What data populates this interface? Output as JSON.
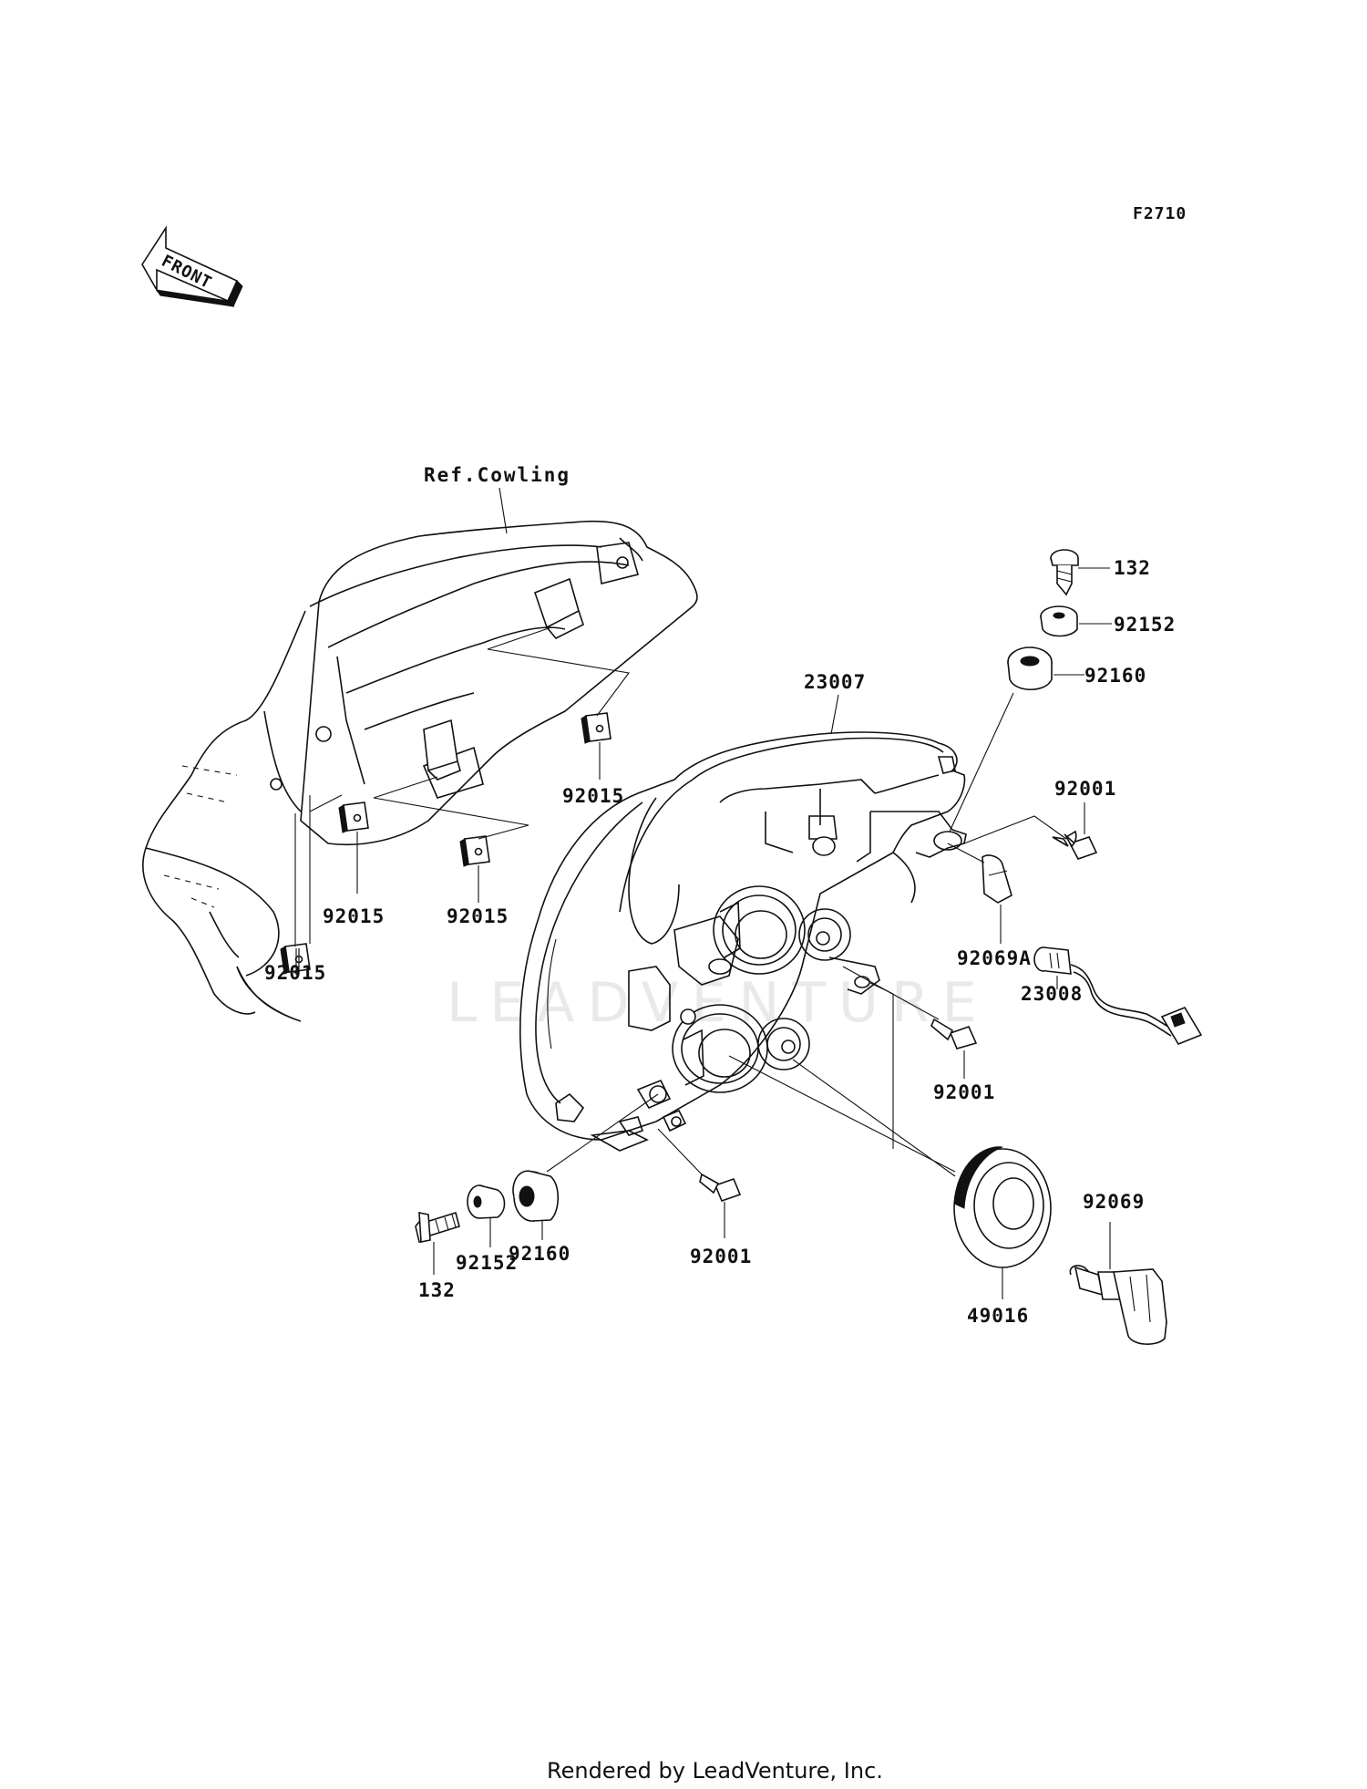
{
  "diagram": {
    "figure_code": "F2710",
    "front_label": "FRONT",
    "ref_label": "Ref.Cowling",
    "watermark": "LEADVENTURE",
    "footer": "Rendered by LeadVenture, Inc."
  },
  "parts": {
    "p132_top": "132",
    "p92152_top": "92152",
    "p92160_top": "92160",
    "p23007": "23007",
    "p92001_top": "92001",
    "p92015_a": "92015",
    "p92015_b": "92015",
    "p92015_c": "92015",
    "p92015_d": "92015",
    "p92069A": "92069A",
    "p23008": "23008",
    "p92001_mid": "92001",
    "p92069": "92069",
    "p49016": "49016",
    "p92001_bot": "92001",
    "p92160_bot": "92160",
    "p92152_bot": "92152",
    "p132_bot": "132"
  }
}
